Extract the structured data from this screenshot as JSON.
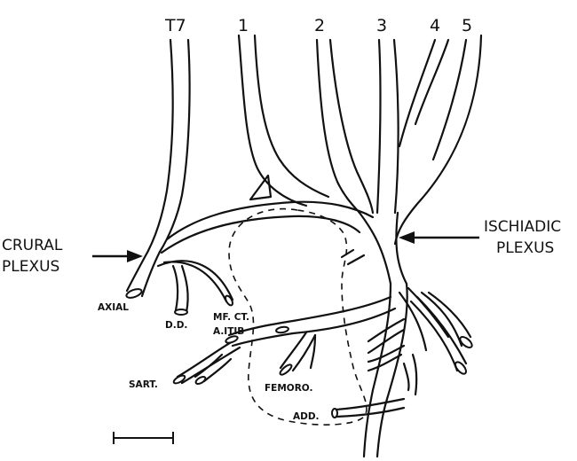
{
  "roots": [
    "T7",
    "1",
    "2",
    "3",
    "4",
    "5"
  ],
  "plexus": {
    "crural": [
      "CRURAL",
      "PLEXUS"
    ],
    "ischiadic": [
      "ISCHIADIC",
      "PLEXUS"
    ]
  },
  "branches": {
    "axial": "AXIAL",
    "dd": "D.D.",
    "mf_ct": "MF. CT.",
    "a_itib": "A.ITIB",
    "sart": "SART.",
    "femoro": "FEMORO.",
    "add": "ADD."
  }
}
